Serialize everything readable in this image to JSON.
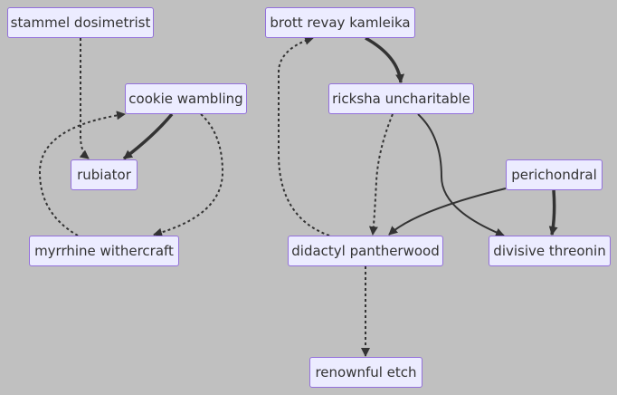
{
  "diagram": {
    "nodes": {
      "stammel": "stammel dosimetrist",
      "brott": "brott revay kamleika",
      "cookie": "cookie wambling",
      "ricksha": "ricksha uncharitable",
      "rubiator": "rubiator",
      "perichondral": "perichondral",
      "myrrhine": "myrrhine withercraft",
      "didactyl": "didactyl pantherwood",
      "divisive": "divisive threonin",
      "renownful": "renownful etch"
    },
    "edges": [
      {
        "from": "stammel",
        "to": "rubiator",
        "style": "dotted"
      },
      {
        "from": "cookie",
        "to": "rubiator",
        "style": "thick"
      },
      {
        "from": "cookie",
        "to": "myrrhine",
        "style": "dotted"
      },
      {
        "from": "myrrhine",
        "to": "cookie",
        "style": "dotted"
      },
      {
        "from": "brott",
        "to": "ricksha",
        "style": "thick"
      },
      {
        "from": "ricksha",
        "to": "didactyl",
        "style": "dotted"
      },
      {
        "from": "ricksha",
        "to": "divisive",
        "style": "solid"
      },
      {
        "from": "didactyl",
        "to": "brott",
        "style": "dotted"
      },
      {
        "from": "perichondral",
        "to": "didactyl",
        "style": "solid"
      },
      {
        "from": "perichondral",
        "to": "divisive",
        "style": "thick"
      },
      {
        "from": "didactyl",
        "to": "renownful",
        "style": "dotted"
      }
    ],
    "colors": {
      "background": "#c0c0c0",
      "node_fill": "#ececff",
      "node_border": "#9370db",
      "edge": "#333333",
      "text": "#333333"
    }
  }
}
